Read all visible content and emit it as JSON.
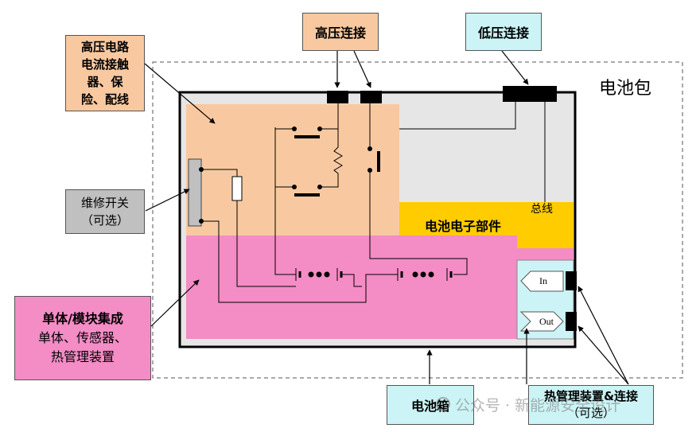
{
  "labels": {
    "battery_pack": "电池包",
    "hv_connection": "高压连接",
    "lv_connection": "低压连接",
    "hv_circuit": [
      "高压电路",
      "电流接触",
      "器、保",
      "险、配线"
    ],
    "service_switch": [
      "维修开关",
      "（可选）"
    ],
    "cell_module": [
      "单体/模块集成",
      "单体、传感器、",
      "热管理装置"
    ],
    "electronics": "电池电子部件",
    "bus": "总线",
    "battery_box": "电池箱",
    "thermal_connection": [
      "热管理装置&连接",
      "（可选）"
    ],
    "port_in": "In",
    "port_out": "Out"
  },
  "watermark": "公众号 · 新能源安全设计",
  "colors": {
    "hv_area": "#f8c9a0",
    "cell_area": "#f48cc5",
    "electronics_area": "#ffcc00",
    "thermal_area": "#ccf4f6",
    "pack_background": "#e6e6e6"
  }
}
